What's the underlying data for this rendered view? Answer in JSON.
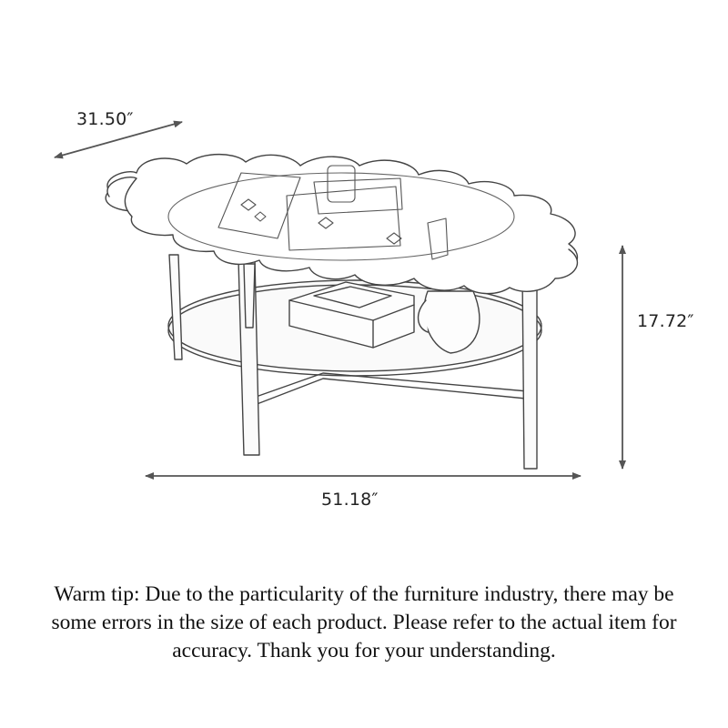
{
  "diagram": {
    "subject": "Scalloped-edge oval coffee table with glass top and lower oval shelf",
    "dimensions": {
      "depth": "31.50″",
      "height": "17.72″",
      "width": "51.18″"
    },
    "decor_items": [
      "books",
      "glass cup",
      "tray",
      "decorative vase"
    ]
  },
  "footer": {
    "tip_line_1": "Warm tip: Due to the particularity of the furniture industry, there may be",
    "tip_line_2": "some errors in the size of each product. Please refer to the actual item for",
    "tip_line_3": "accuracy. Thank you for your understanding."
  },
  "colors": {
    "arrow": "#555555",
    "sketch": "#444444",
    "text": "#111111"
  }
}
